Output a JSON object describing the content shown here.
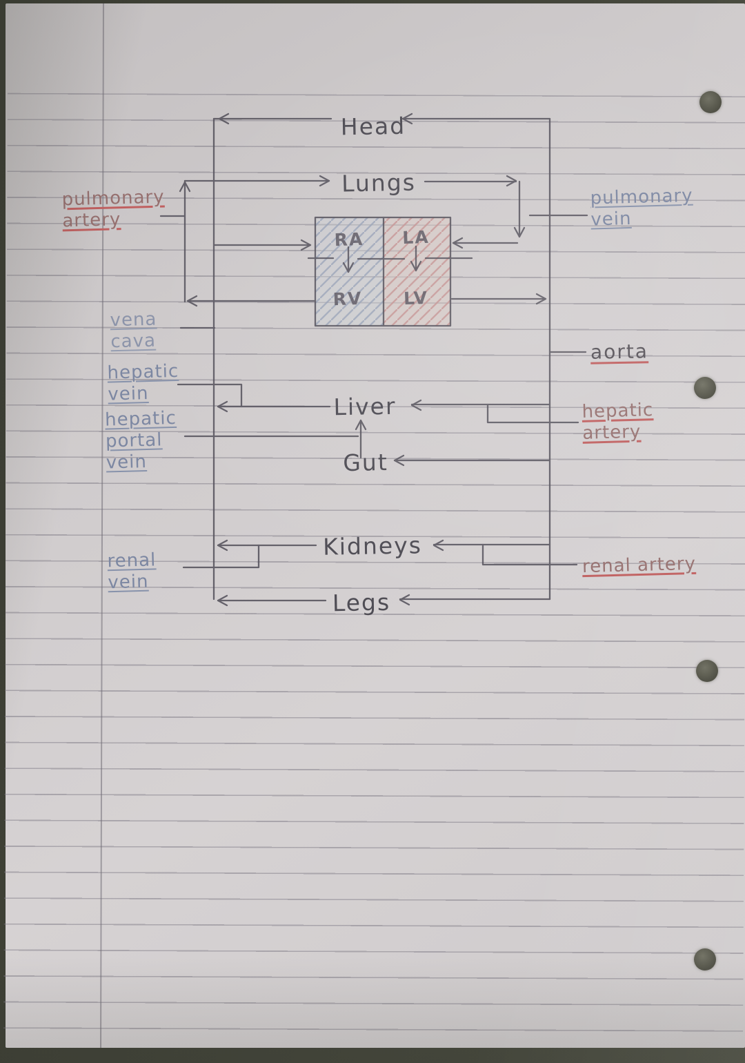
{
  "heart": {
    "ra": "RA",
    "la": "LA",
    "rv": "RV",
    "lv": "LV"
  },
  "organs": {
    "head": "Head",
    "lungs": "Lungs",
    "liver": "Liver",
    "gut": "Gut",
    "kidneys": "Kidneys",
    "legs": "Legs"
  },
  "vessels": {
    "pulmonary_artery": "pulmonary artery",
    "vena_cava": "vena cava",
    "hepatic_vein": "hepatic vein",
    "hepatic_portal_vein": "hepatic portal vein",
    "renal_vein": "renal vein",
    "pulmonary_vein": "pulmonary vein",
    "aorta": "aorta",
    "hepatic_artery": "hepatic artery",
    "renal_artery": "renal artery"
  },
  "colors": {
    "pencil": "#55525c",
    "vein_label": "#7c87a2",
    "artery_label": "#96706f",
    "artery_underline": "#c06060",
    "left_heart_hatch": "#96a0b6",
    "right_heart_hatch": "#c49292",
    "paper": "#d2cecf"
  }
}
